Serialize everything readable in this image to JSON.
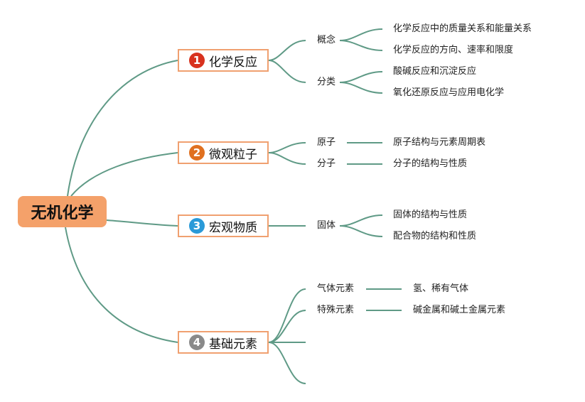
{
  "root": "无机化学",
  "colors": {
    "line": "#5f9a86",
    "root_bg": "#f4a16a",
    "branch_border": "#f0a070"
  },
  "branches": [
    {
      "num": "1",
      "color": "#d8321e",
      "label": "化学反应"
    },
    {
      "num": "2",
      "color": "#e07020",
      "label": "微观粒子"
    },
    {
      "num": "3",
      "color": "#2a9ad8",
      "label": "宏观物质"
    },
    {
      "num": "4",
      "color": "#8a8a8a",
      "label": "基础元素"
    }
  ],
  "level2": [
    "概念",
    "分类",
    "原子",
    "分子",
    "固体",
    "气体元素",
    "特殊元素"
  ],
  "level3": [
    "化学反应中的质量关系和能量关系",
    "化学反应的方向、速率和限度",
    "酸碱反应和沉淀反应",
    "氧化还原反应与应用电化学",
    "原子结构与元素周期表",
    "分子的结构与性质",
    "固体的结构与性质",
    "配合物的结构和性质",
    "氢、稀有气体",
    "碱金属和碱土金属元素"
  ]
}
